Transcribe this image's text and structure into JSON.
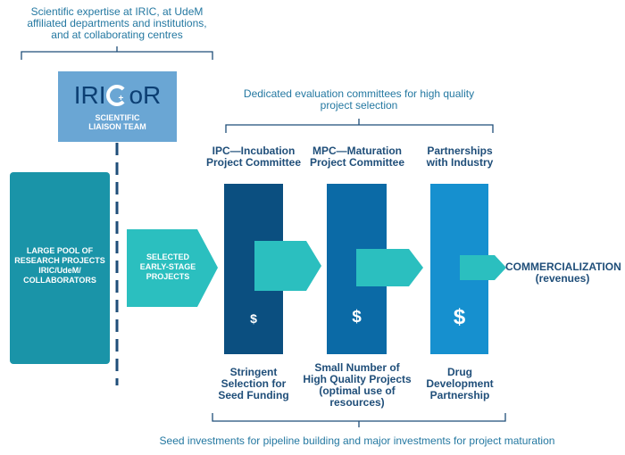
{
  "top_caption": [
    "Scientific expertise at IRIC, at UdeM",
    "affiliated departments and institutions,",
    "and at collaborating centres"
  ],
  "logo": {
    "text_left": "IRI",
    "text_right": "oR",
    "subtitle": [
      "SCIENTIFIC",
      "LIAISON TEAM"
    ]
  },
  "committees_caption": [
    "Dedicated evaluation committees for high quality",
    "project selection"
  ],
  "pool_box": [
    "LARGE POOL OF",
    "RESEARCH PROJECTS",
    "IRIC/UdeM/",
    "COLLABORATORS"
  ],
  "selected_arrow": [
    "SELECTED",
    "EARLY-STAGE",
    "PROJECTS"
  ],
  "stages": [
    {
      "heading": [
        "IPC—Incubation",
        "Project Committee"
      ],
      "symbol": "$",
      "description": [
        "Stringent",
        "Selection for",
        "Seed Funding"
      ],
      "color": "#0b4f80"
    },
    {
      "heading": [
        "MPC—Maturation",
        "Project Committee"
      ],
      "symbol": "$",
      "description": [
        "Small Number of",
        "High Quality Projects",
        "(optimal use of",
        "resources)"
      ],
      "color": "#0b6aa6"
    },
    {
      "heading": [
        "Partnerships",
        "with Industry"
      ],
      "symbol": "$",
      "description": [
        "Drug",
        "Development",
        "Partnership"
      ],
      "color": "#1690cf"
    }
  ],
  "outcome": [
    "COMMERCIALIZATION",
    "(revenues)"
  ],
  "bottom_caption": "Seed investments for pipeline building and major investments for project maturation",
  "colors": {
    "teal": "#2bbfbf",
    "pool_teal": "#1a94a8",
    "logo_box": "#6aa6d4",
    "text_blue": "#2478a1",
    "dark_label": "#1f4e79"
  }
}
